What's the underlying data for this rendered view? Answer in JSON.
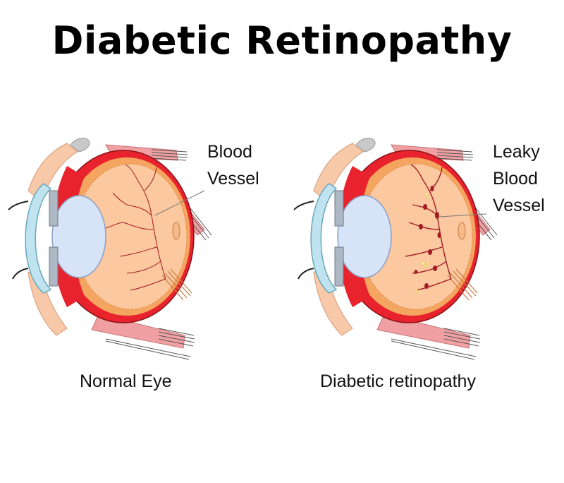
{
  "title": "Diabetic Retinopathy",
  "panels": [
    {
      "caption": "Normal Eye",
      "label_lines": [
        "Blood",
        "Vessel"
      ],
      "condition": "normal"
    },
    {
      "caption": "Diabetic retinopathy",
      "label_lines": [
        "Leaky",
        "Blood",
        "Vessel"
      ],
      "condition": "diabetic"
    }
  ],
  "colors": {
    "sclera_red": "#e8232d",
    "choroid_orange": "#f4a55f",
    "retina_fill": "#fbc8a0",
    "lens_blue": "#d7e3f7",
    "cornea_blue": "#bfe3ef",
    "muscle_pink": "#f0a0a2",
    "vessel_dark_red": "#a31c24",
    "exudate_yellow": "#fff4a8"
  }
}
